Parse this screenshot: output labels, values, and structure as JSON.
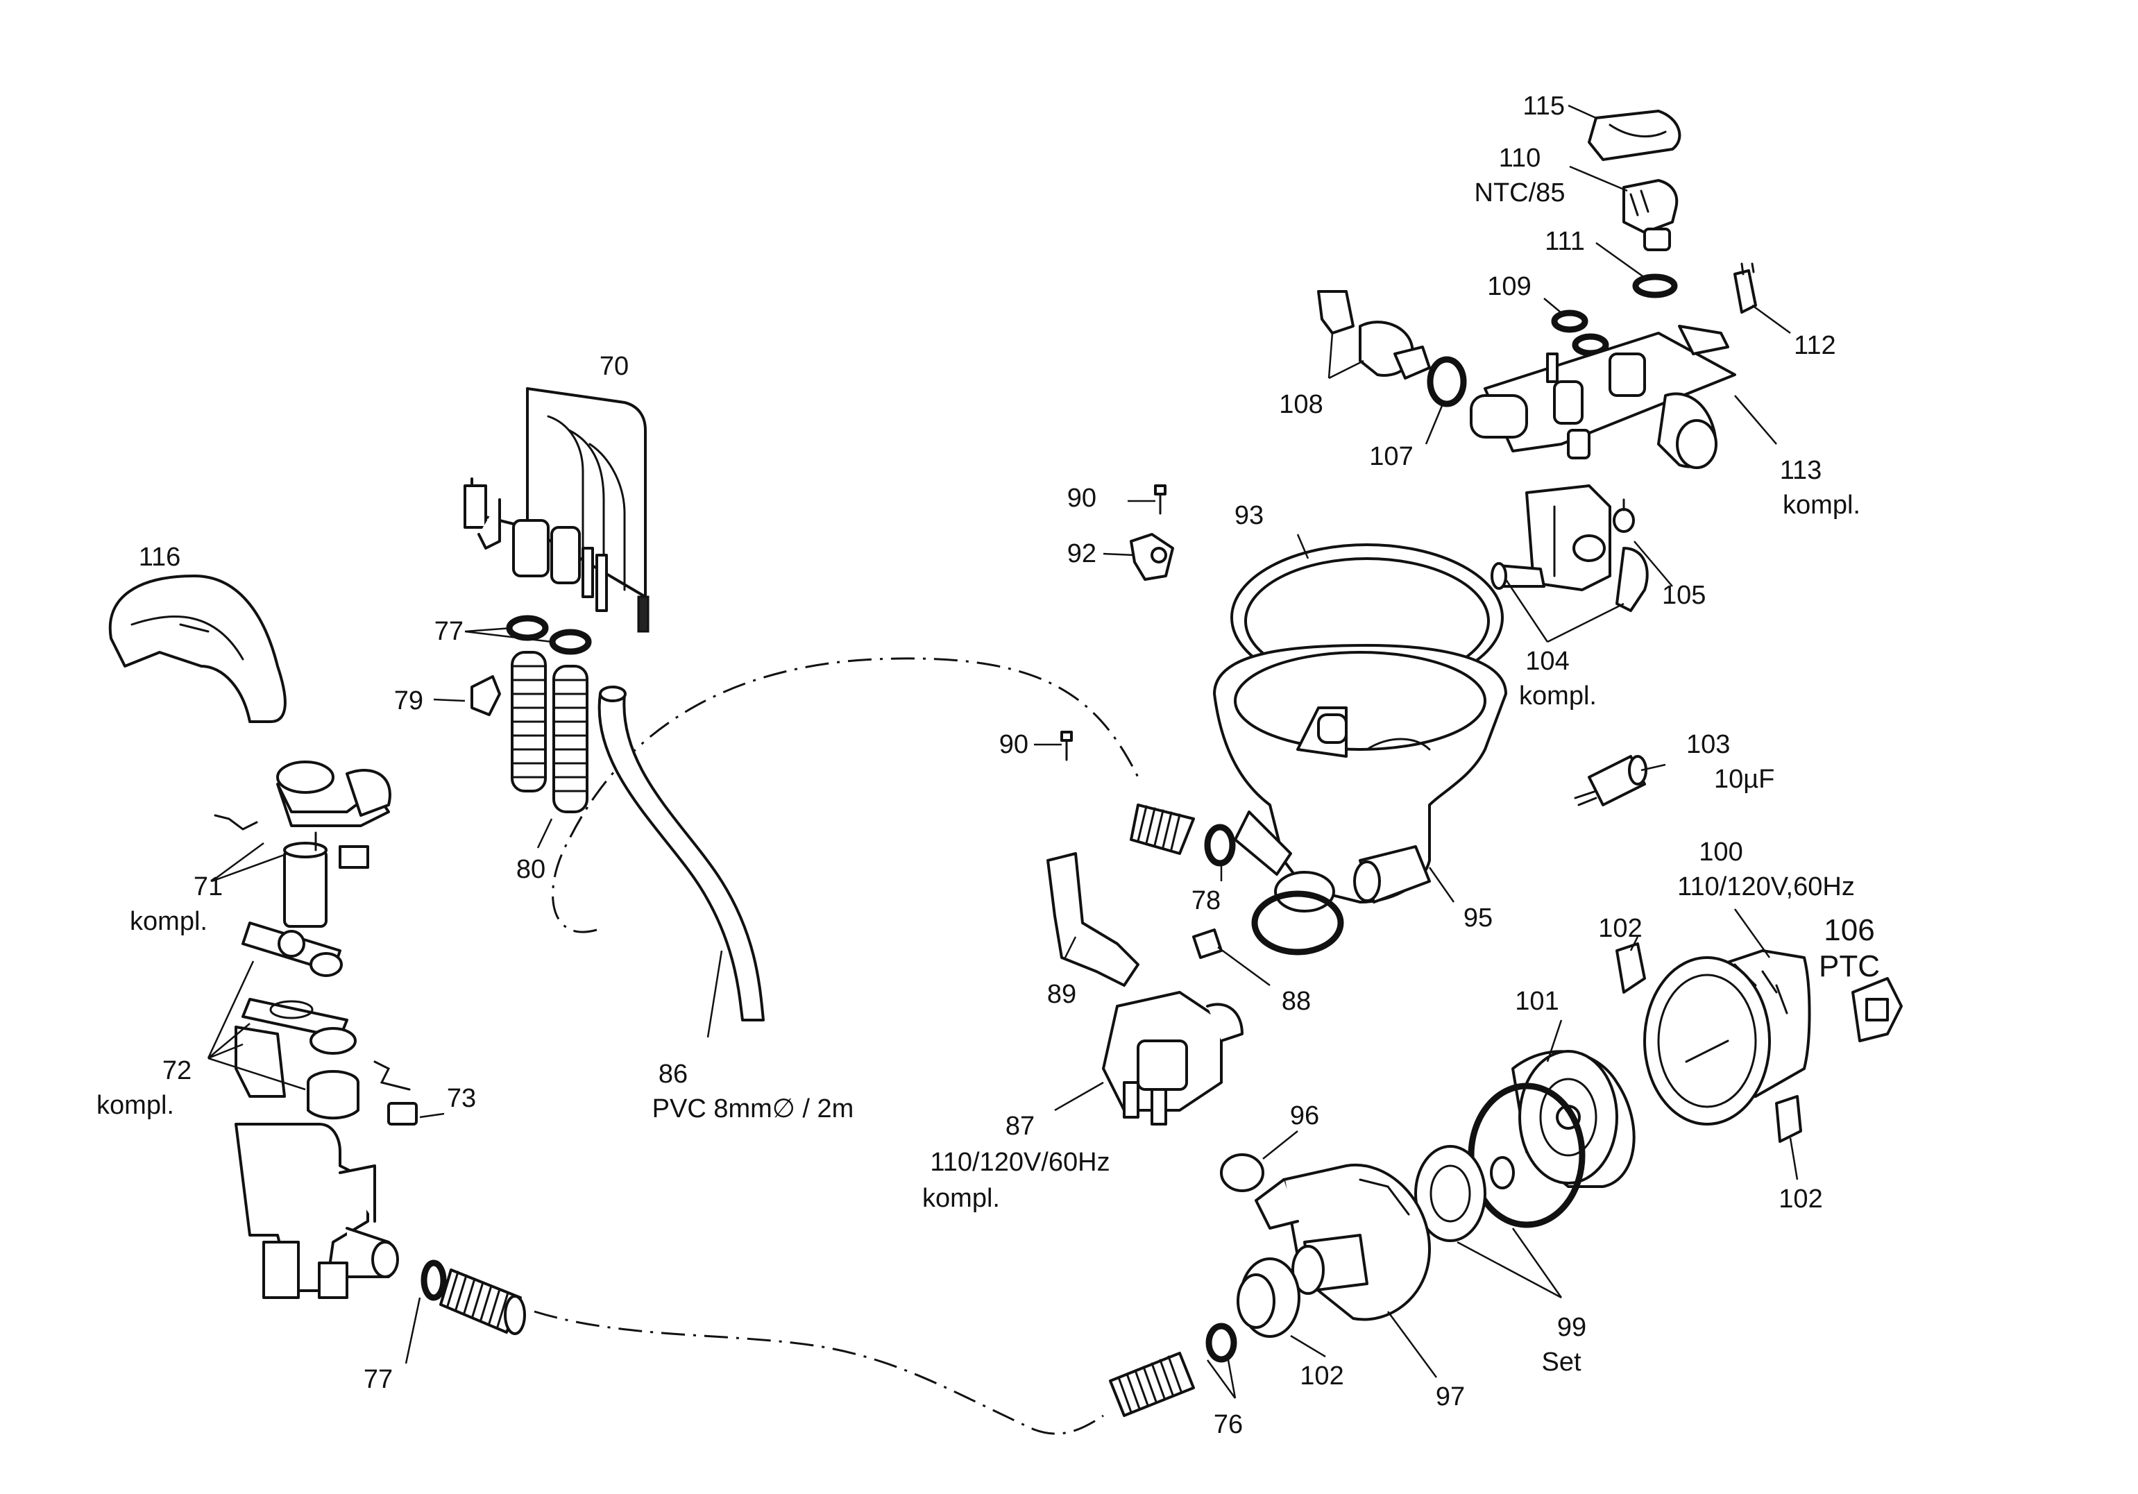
{
  "callouts": [
    {
      "id": "c115",
      "lines": [
        "115"
      ]
    },
    {
      "id": "c110",
      "lines": [
        "110",
        "NTC/85"
      ]
    },
    {
      "id": "c111",
      "lines": [
        "111"
      ]
    },
    {
      "id": "c109",
      "lines": [
        "109"
      ]
    },
    {
      "id": "c112",
      "lines": [
        "112"
      ]
    },
    {
      "id": "c108",
      "lines": [
        "108"
      ]
    },
    {
      "id": "c107",
      "lines": [
        "107"
      ]
    },
    {
      "id": "c113",
      "lines": [
        "113",
        "kompl."
      ]
    },
    {
      "id": "c70",
      "lines": [
        "70"
      ]
    },
    {
      "id": "c90a",
      "lines": [
        "90"
      ]
    },
    {
      "id": "c93",
      "lines": [
        "93"
      ]
    },
    {
      "id": "c92",
      "lines": [
        "92"
      ]
    },
    {
      "id": "c105",
      "lines": [
        "105"
      ]
    },
    {
      "id": "c116",
      "lines": [
        "116"
      ]
    },
    {
      "id": "c104",
      "lines": [
        "104",
        "kompl."
      ]
    },
    {
      "id": "c77a",
      "lines": [
        "77"
      ]
    },
    {
      "id": "c79",
      "lines": [
        "79"
      ]
    },
    {
      "id": "c90b",
      "lines": [
        "90"
      ]
    },
    {
      "id": "c103",
      "lines": [
        "103",
        "10µF"
      ]
    },
    {
      "id": "c100",
      "lines": [
        "100",
        "110/120V,60Hz"
      ]
    },
    {
      "id": "c80",
      "lines": [
        "80"
      ]
    },
    {
      "id": "c71",
      "lines": [
        "71",
        "kompl."
      ]
    },
    {
      "id": "c78",
      "lines": [
        "78"
      ]
    },
    {
      "id": "c95",
      "lines": [
        "95"
      ]
    },
    {
      "id": "c106",
      "lines": [
        "106",
        "PTC"
      ]
    },
    {
      "id": "c102a",
      "lines": [
        "102"
      ]
    },
    {
      "id": "c89",
      "lines": [
        "89"
      ]
    },
    {
      "id": "c88",
      "lines": [
        "88"
      ]
    },
    {
      "id": "c101",
      "lines": [
        "101"
      ]
    },
    {
      "id": "c86",
      "lines": [
        "86",
        "PVC 8mm∅ / 2m"
      ]
    },
    {
      "id": "c72",
      "lines": [
        "72",
        "kompl."
      ]
    },
    {
      "id": "c73",
      "lines": [
        "73"
      ]
    },
    {
      "id": "c87",
      "lines": [
        "87",
        "110/120V/60Hz",
        "kompl."
      ]
    },
    {
      "id": "c96",
      "lines": [
        "96"
      ]
    },
    {
      "id": "c102b",
      "lines": [
        "102"
      ]
    },
    {
      "id": "c99",
      "lines": [
        "99",
        "Set"
      ]
    },
    {
      "id": "c77b",
      "lines": [
        "77"
      ]
    },
    {
      "id": "c102c",
      "lines": [
        "102"
      ]
    },
    {
      "id": "c97",
      "lines": [
        "97"
      ]
    },
    {
      "id": "c76",
      "lines": [
        "76"
      ]
    }
  ]
}
